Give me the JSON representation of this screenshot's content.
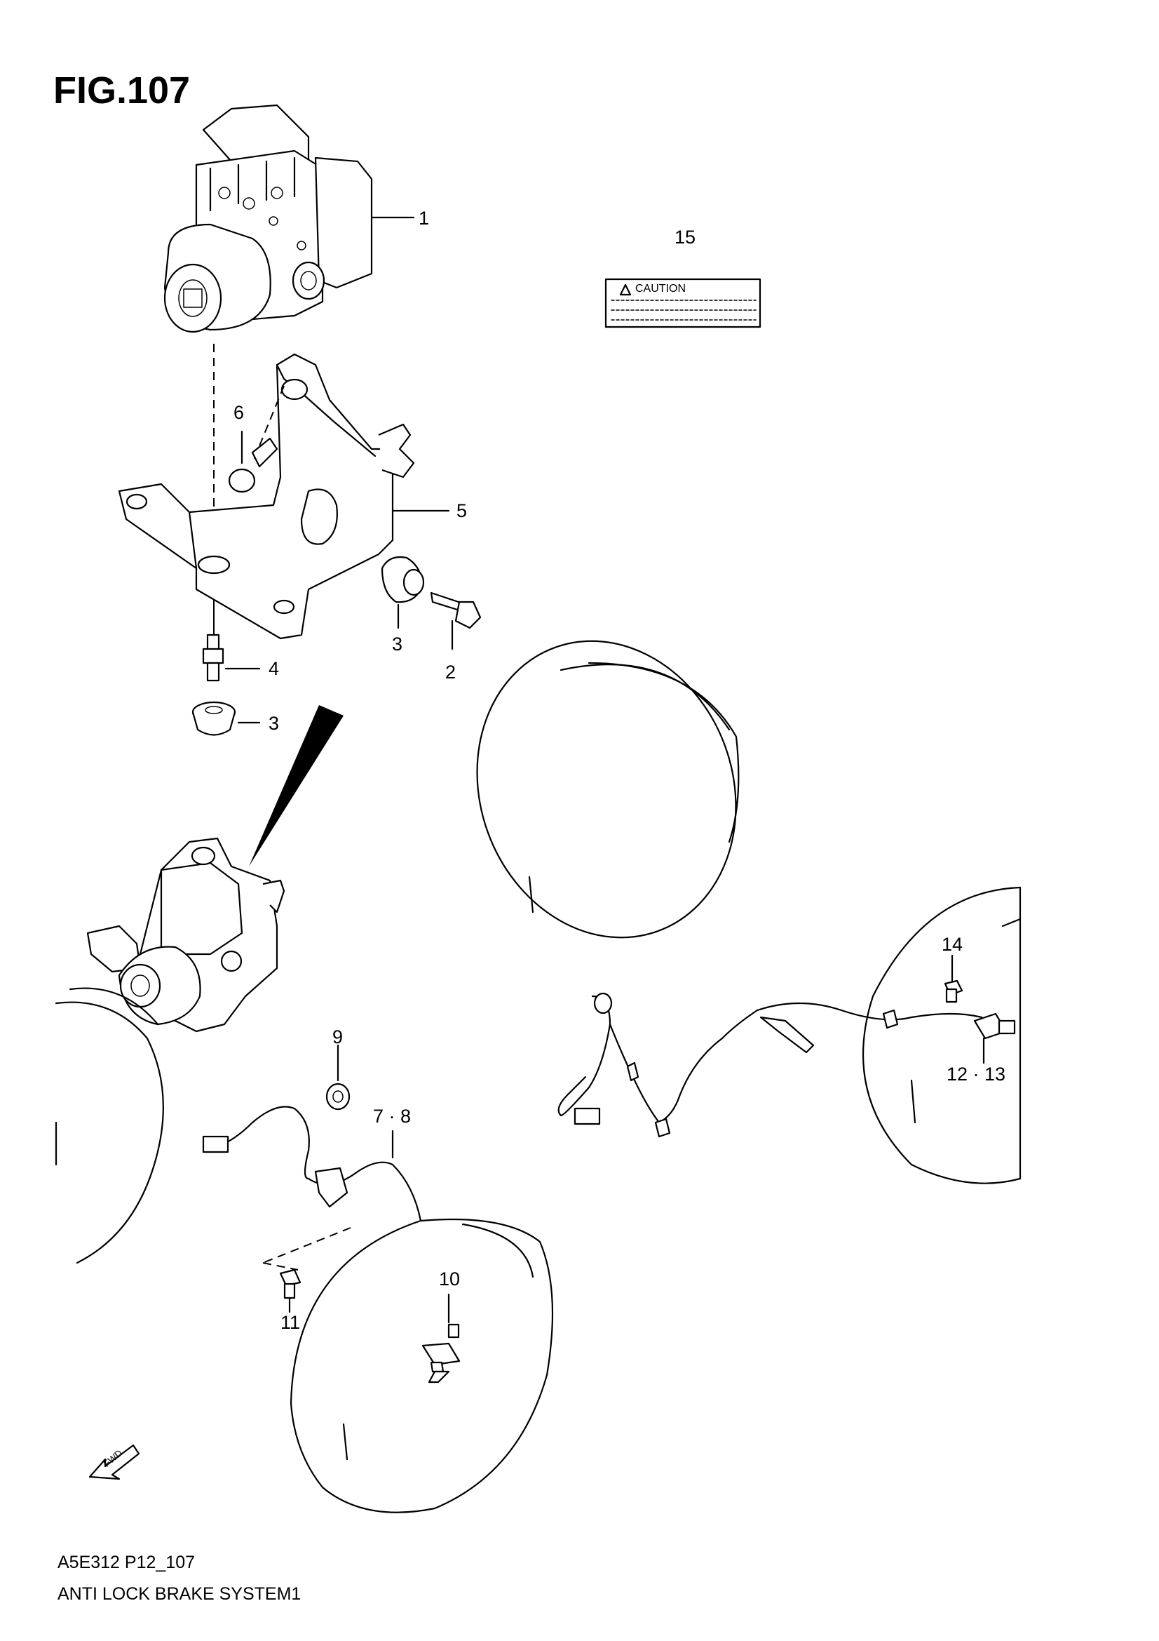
{
  "figure": {
    "title": "FIG.107"
  },
  "callouts": [
    {
      "id": "c1",
      "label": "1"
    },
    {
      "id": "c15",
      "label": "15"
    },
    {
      "id": "c6",
      "label": "6"
    },
    {
      "id": "c5",
      "label": "5"
    },
    {
      "id": "c3a",
      "label": "3"
    },
    {
      "id": "c2",
      "label": "2"
    },
    {
      "id": "c4",
      "label": "4"
    },
    {
      "id": "c3b",
      "label": "3"
    },
    {
      "id": "c14",
      "label": "14"
    },
    {
      "id": "c1213",
      "label": "12 · 13"
    },
    {
      "id": "c9",
      "label": "9"
    },
    {
      "id": "c78",
      "label": "7 · 8"
    },
    {
      "id": "c10",
      "label": "10"
    },
    {
      "id": "c11",
      "label": "11"
    }
  ],
  "caution_label": {
    "text": "CAUTION"
  },
  "fwd_arrow": {
    "text": "FWD"
  },
  "footer": {
    "code": "A5E312 P12_107",
    "name": "ANTI LOCK BRAKE SYSTEM1"
  }
}
